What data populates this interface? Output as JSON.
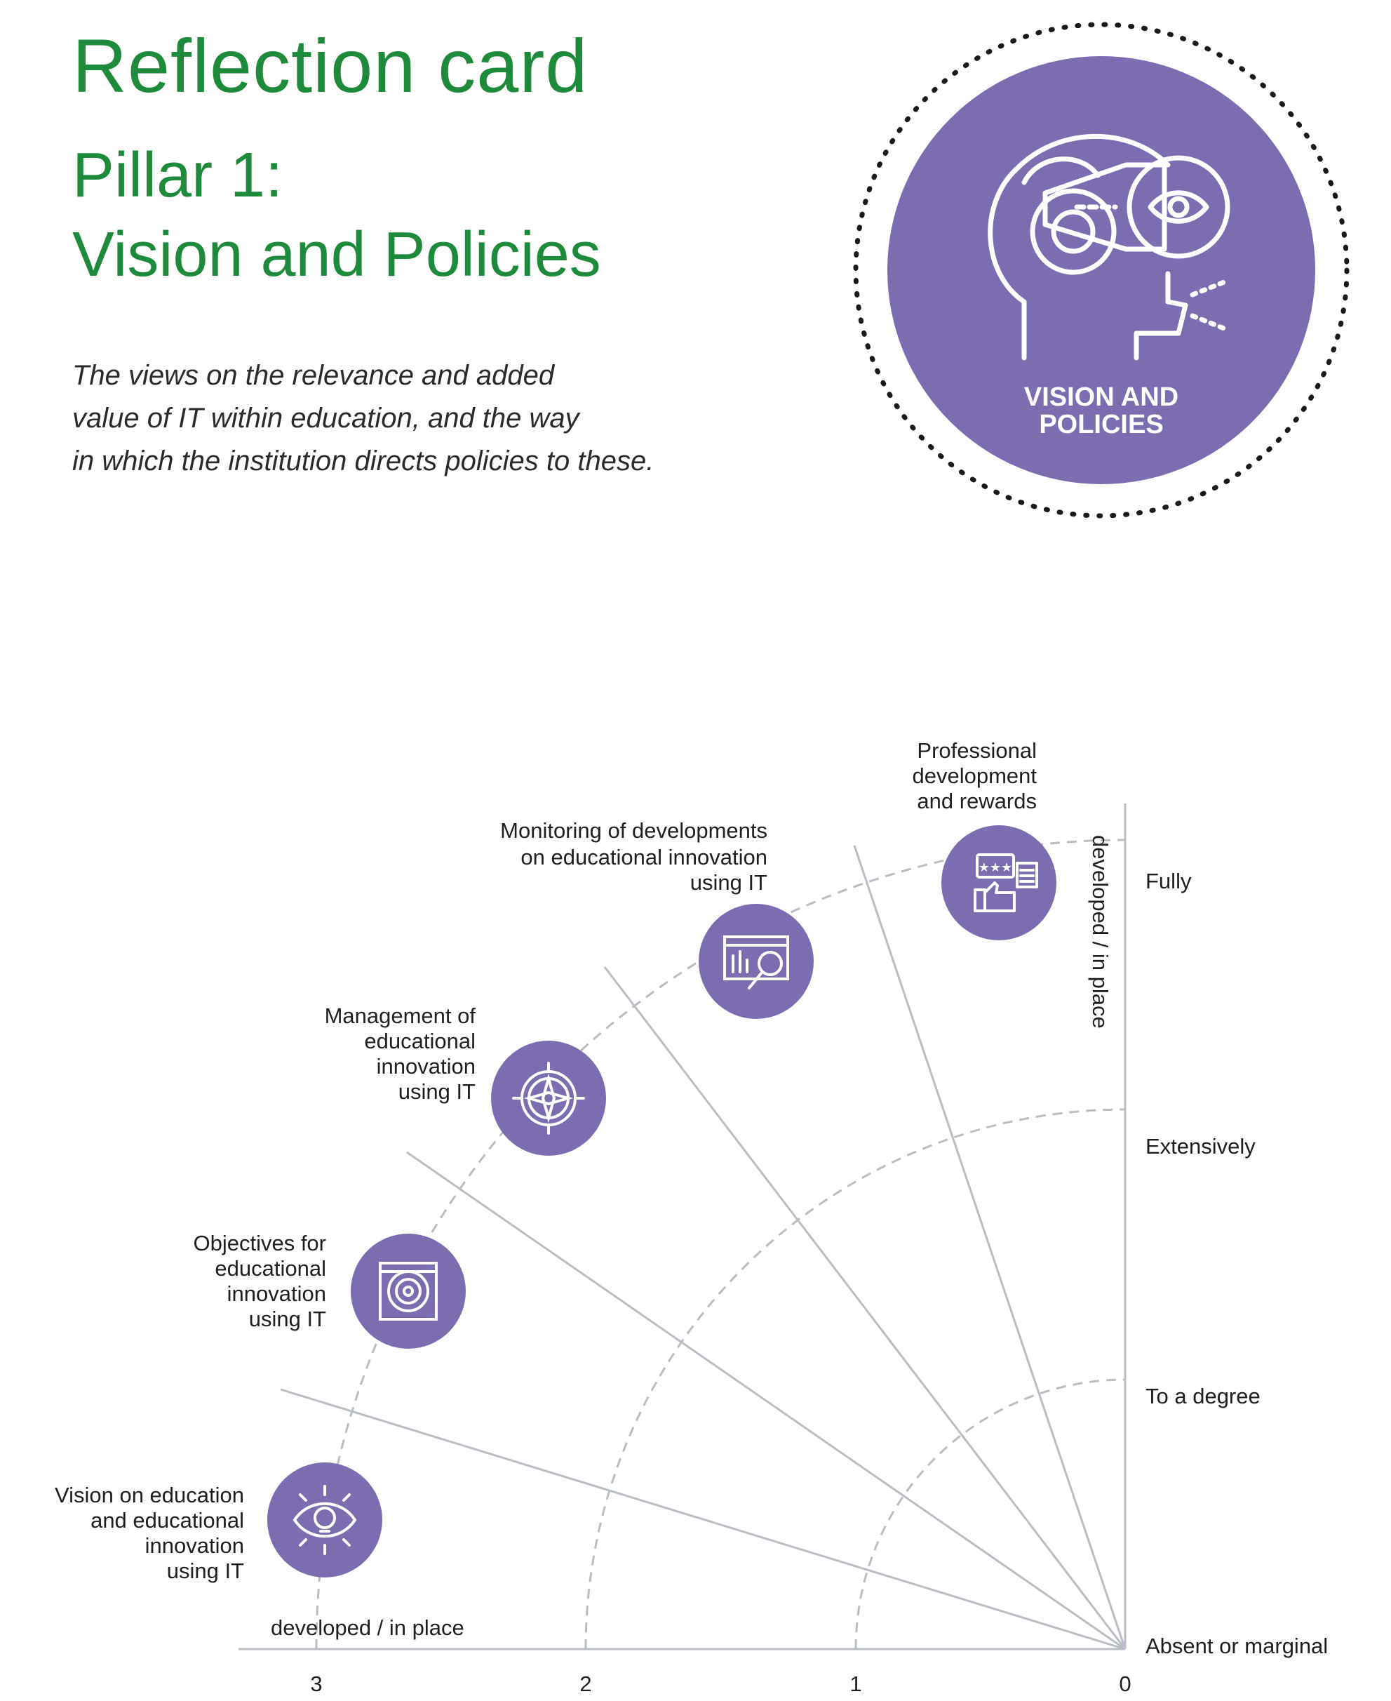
{
  "header": {
    "title": "Reflection card",
    "pillar_line1": "Pillar 1:",
    "pillar_line2": "Vision and Policies",
    "intro": [
      "The views on the relevance and added",
      "value of IT within education, and the way",
      "in which the institution directs policies to these."
    ]
  },
  "badge": {
    "label_line1": "VISION AND",
    "label_line2": "POLICIES",
    "icon": "head-with-telescope-eye-icon",
    "color": "#7b6db0"
  },
  "diagram": {
    "levels": [
      {
        "value": 0,
        "label": "Absent or marginal"
      },
      {
        "value": 1,
        "label": "To a degree"
      },
      {
        "value": 2,
        "label": "Extensively"
      },
      {
        "value": 3,
        "label": "Fully"
      }
    ],
    "x_axis_ticks": [
      "3",
      "2",
      "1",
      "0"
    ],
    "x_axis_title": "developed / in place",
    "y_axis_title": "developed / in place",
    "themes": [
      {
        "lines": [
          "Vision on education",
          "and educational",
          "innovation",
          "using IT"
        ],
        "icon": "eye-lightbulb-icon"
      },
      {
        "lines": [
          "Objectives for",
          "educational",
          "innovation",
          "using IT"
        ],
        "icon": "target-icon"
      },
      {
        "lines": [
          "Management of",
          "educational",
          "innovation",
          "using IT"
        ],
        "icon": "compass-icon"
      },
      {
        "lines": [
          "Monitoring of developments",
          "on educational innovation",
          "using IT"
        ],
        "icon": "magnifier-chart-icon"
      },
      {
        "lines": [
          "Professional",
          "development",
          "and rewards"
        ],
        "icon": "thumbs-up-rating-icon"
      }
    ],
    "accent": "#7b6db0",
    "line_color": "#b9bec4"
  }
}
